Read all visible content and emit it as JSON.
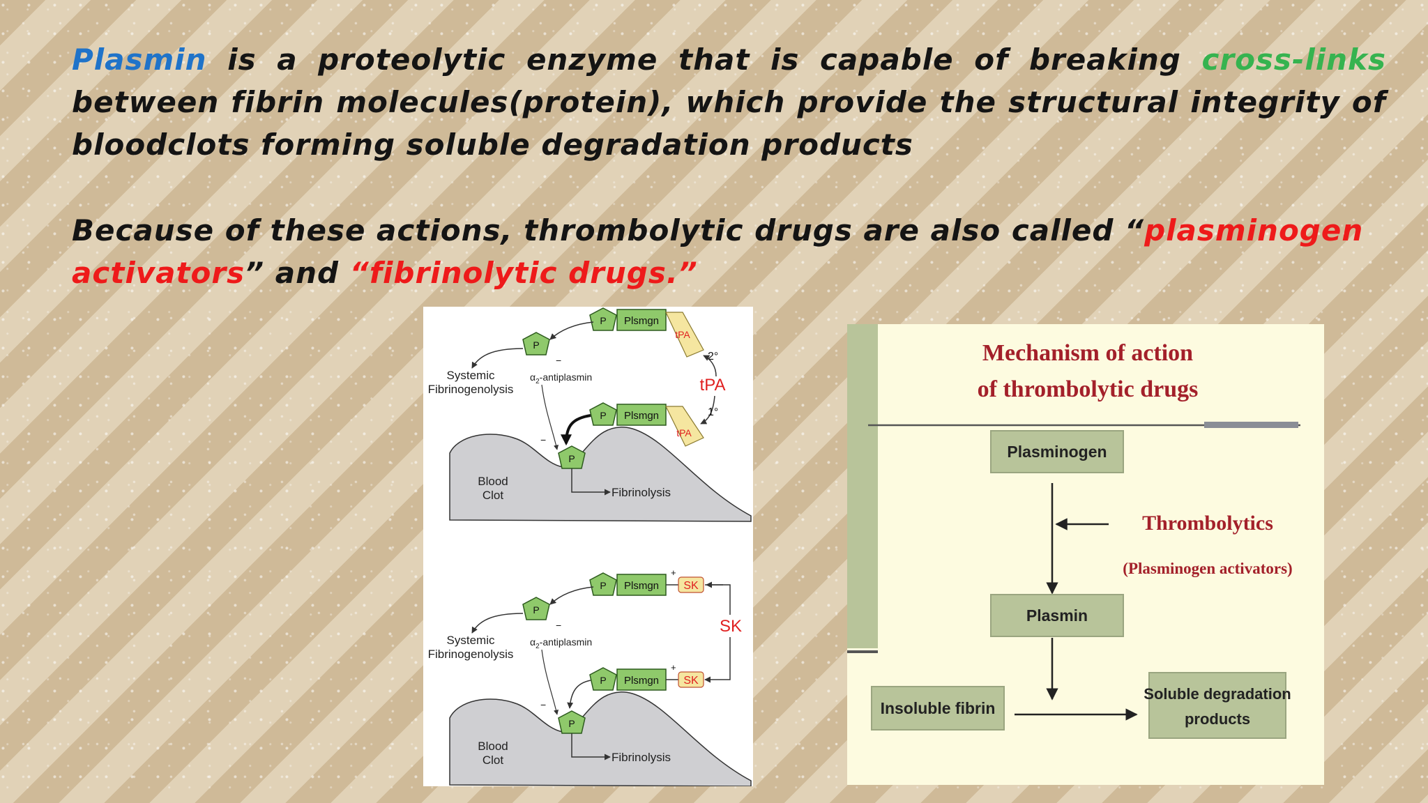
{
  "paragraph1": {
    "term_plasmin": "Plasmin",
    "text_a": " is a proteolytic enzyme that is capable of breaking ",
    "term_crosslinks": "cross-links",
    "text_b": " between fibrin molecules(protein), which provide the structural integrity of bloodclots forming soluble degradation products"
  },
  "paragraph2": {
    "text_a": "Because of these actions, thrombolytic drugs are also called “",
    "term_plasminogen_activators": "plasminogen activators",
    "text_b": "” and ",
    "term_fibrinolytic": "“fibrinolytic drugs.”"
  },
  "left_diagram": {
    "top_panel": {
      "p": "P",
      "plsmgn": "Plsmgn",
      "tpa_small": "tPA",
      "tpa_large": "tPA",
      "secondary": "2°",
      "primary": "1°",
      "minus": "−",
      "systemic_line1": "Systemic",
      "systemic_line2": "Fibrinogenolysis",
      "antiplasmin_prefix": "α",
      "antiplasmin_sub": "2",
      "antiplasmin_suffix": "-antiplasmin",
      "clot_line1": "Blood",
      "clot_line2": "Clot",
      "fibrinolysis": "Fibrinolysis"
    },
    "bottom_panel": {
      "p": "P",
      "plsmgn": "Plsmgn",
      "sk_small": "SK",
      "sk_large": "SK",
      "plus": "+",
      "minus": "−",
      "systemic_line1": "Systemic",
      "systemic_line2": "Fibrinogenolysis",
      "antiplasmin_prefix": "α",
      "antiplasmin_sub": "2",
      "antiplasmin_suffix": "-antiplasmin",
      "clot_line1": "Blood",
      "clot_line2": "Clot",
      "fibrinolysis": "Fibrinolysis"
    }
  },
  "right_diagram": {
    "title_line1": "Mechanism of action",
    "title_line2": "of thrombolytic drugs",
    "plasminogen": "Plasminogen",
    "thrombolytics": "Thrombolytics",
    "plasminogen_activators": "(Plasminogen activators)",
    "plasmin": "Plasmin",
    "insoluble_fibrin": "Insoluble fibrin",
    "soluble_line1": "Soluble degradation",
    "soluble_line2": "products"
  },
  "colors": {
    "plasmin_term": "#1f73c9",
    "crosslinks_term": "#36b34f",
    "drug_terms": "#ee1a1a",
    "diagram_title": "#a3202a",
    "green_shape": "#8fc96b",
    "tpa_shape": "#f5e6a0"
  }
}
